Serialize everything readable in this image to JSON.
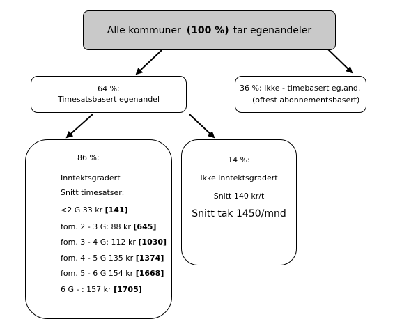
{
  "top": {
    "prefix": "Alle kommuner",
    "bold": "(100 %)",
    "suffix": "tar egenandeler"
  },
  "time_based": {
    "percent": "64 %:",
    "label": "Timesatsbasert egenandel"
  },
  "non_time_based": {
    "line1": "36 %: Ikke - timebasert eg.and.",
    "line2": "(oftest abonnementsbasert)"
  },
  "income_graded": {
    "percent": "86 %:",
    "title": "Inntektsgradert",
    "subtitle": "Snitt timesatser:",
    "rows": [
      {
        "text": "<2 G 33 kr",
        "value": "[141]"
      },
      {
        "text": "fom. 2 - 3 G: 88 kr",
        "value": "[645]"
      },
      {
        "text": "fom. 3 - 4 G: 112 kr",
        "value": "[1030]"
      },
      {
        "text": "fom. 4 - 5 G 135 kr",
        "value": "[1374]"
      },
      {
        "text": "fom. 5 - 6 G 154 kr",
        "value": "[1668]"
      },
      {
        "text": "6 G - : 157 kr",
        "value": "[1705]"
      }
    ]
  },
  "not_income_graded": {
    "percent": "14 %:",
    "title": "Ikke inntektsgradert",
    "avg_rate": "Snitt 140 kr/t",
    "avg_cap": "Snitt tak 1450/mnd"
  }
}
